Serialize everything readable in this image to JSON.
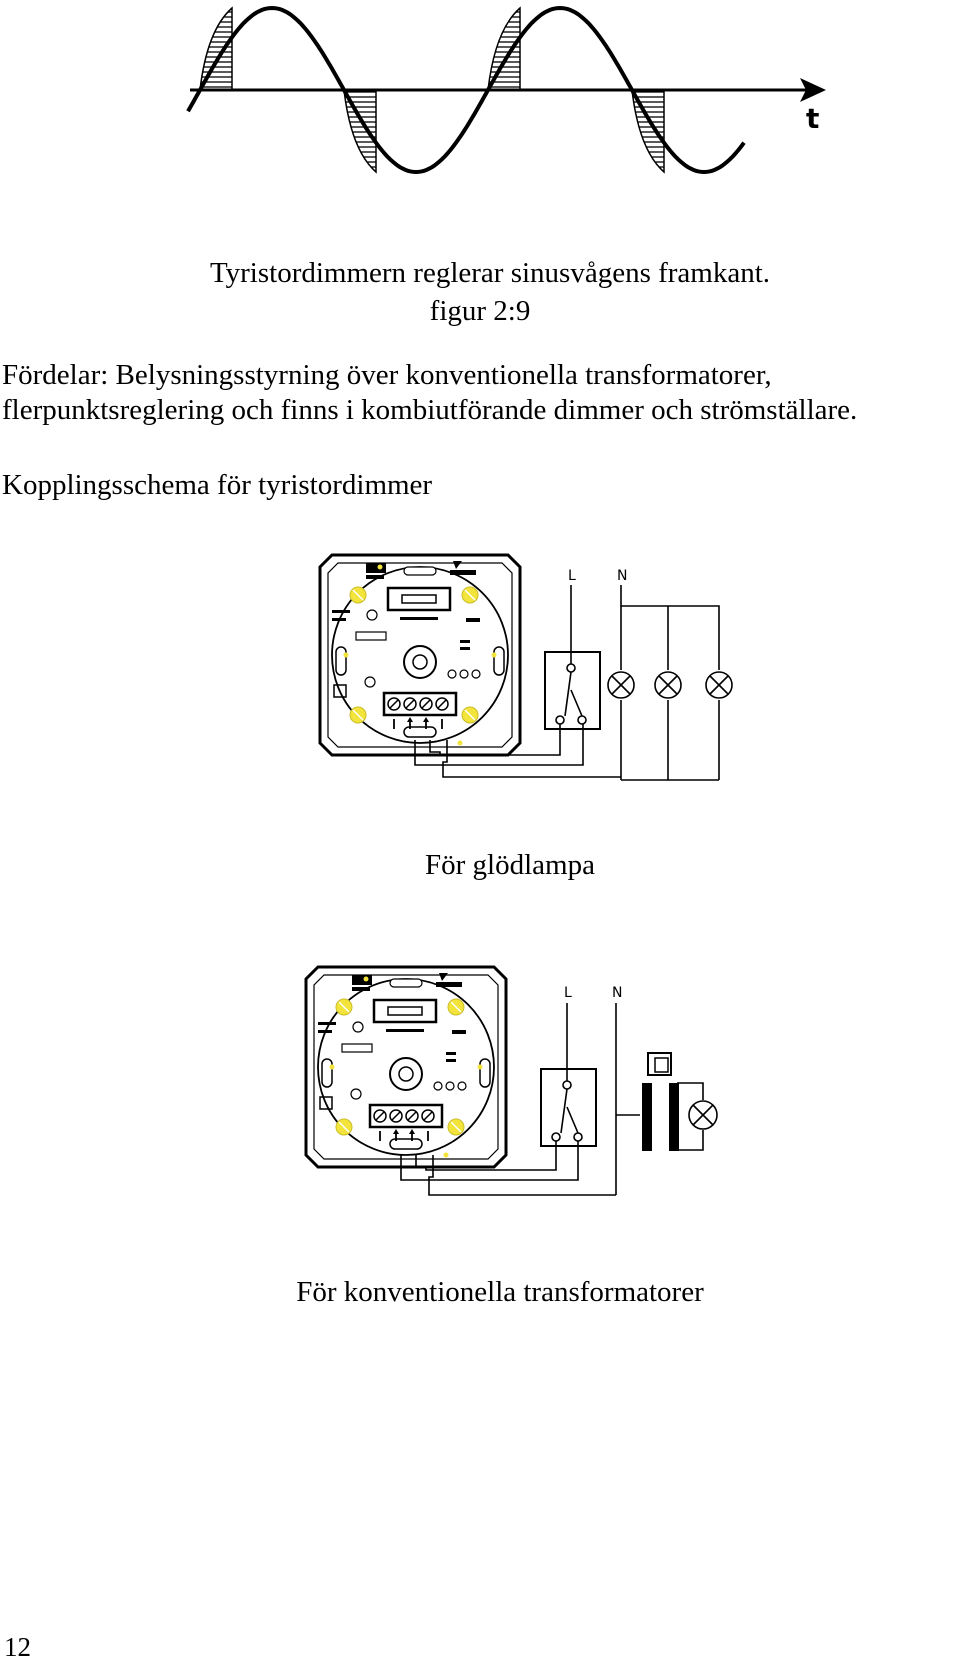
{
  "waveform": {
    "axis_label": "t"
  },
  "caption": {
    "line1": "Tyristordimmern reglerar sinusvågens framkant.",
    "line2": "figur 2:9"
  },
  "advantages": {
    "line1": "Fördelar: Belysningsstyrning över konventionella transformatorer,",
    "line2": "flerpunktsreglering och finns i kombiutförande dimmer och strömställare."
  },
  "section_title": "Kopplingsschema för tyristordimmer",
  "diagram1": {
    "label_L": "L",
    "label_N": "N",
    "caption": "För glödlampa"
  },
  "diagram2": {
    "label_L": "L",
    "label_N": "N",
    "caption": "För konventionella transformatorer"
  },
  "page_number": "12",
  "colors": {
    "ink": "#000000",
    "accent_yellow": "#f2e43a"
  }
}
